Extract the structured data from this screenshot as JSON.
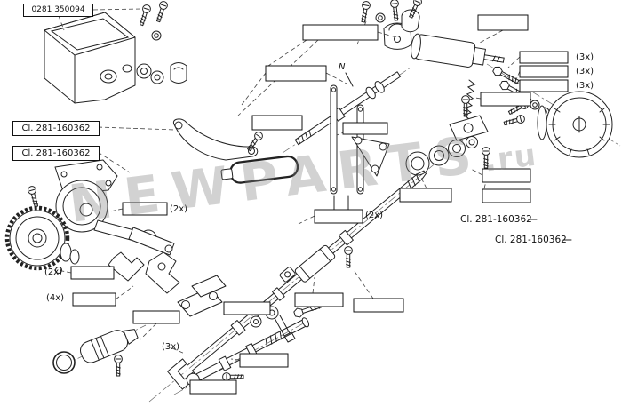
{
  "diagram": {
    "part_number": "0281 350094",
    "marker_n": "N",
    "watermark": {
      "main": "NEWPARTS",
      "suffix": ".ru"
    },
    "class_refs": {
      "left_top": "Cl. 281-160362",
      "left_bottom": "Cl. 281-160362",
      "right_top": "Cl. 281-160362",
      "right_bottom": "Cl. 281-160362"
    },
    "quantities": {
      "right_3x_1": "(3x)",
      "right_3x_2": "(3x)",
      "right_3x_3": "(3x)",
      "crank_2x": "(2x)",
      "shaft_2x": "(2x)",
      "gear_2x": "(2x)",
      "forks_4x": "(4x)",
      "bottom_3x": "(3x)"
    }
  }
}
